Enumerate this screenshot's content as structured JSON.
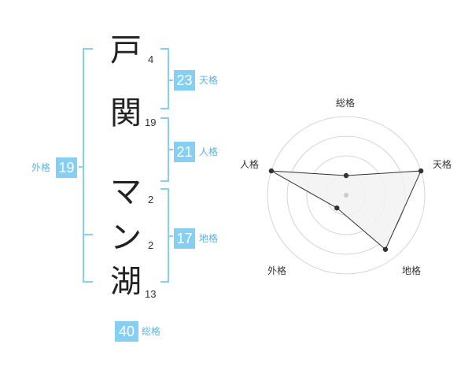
{
  "name_chars": [
    {
      "char": "戸",
      "strokes": "4"
    },
    {
      "char": "関",
      "strokes": "19"
    },
    {
      "char": "マ",
      "strokes": "2"
    },
    {
      "char": "ン",
      "strokes": "2"
    },
    {
      "char": "湖",
      "strokes": "13"
    }
  ],
  "kaku": {
    "tenkaku": {
      "value": "23",
      "label": "天格"
    },
    "jinkaku": {
      "value": "21",
      "label": "人格"
    },
    "chikaku": {
      "value": "17",
      "label": "地格"
    },
    "gaikaku": {
      "value": "19",
      "label": "外格"
    },
    "soukaku": {
      "value": "40",
      "label": "総格"
    }
  },
  "chart_data": {
    "type": "radar",
    "axes": [
      "総格",
      "天格",
      "地格",
      "外格",
      "人格"
    ],
    "values": [
      0.25,
      1.0,
      0.85,
      0.2,
      1.0
    ],
    "rings": 4,
    "colors": {
      "fill": "#f2f2f2",
      "line": "#333333",
      "grid": "#cccccc",
      "accent": "#86cff4"
    }
  }
}
